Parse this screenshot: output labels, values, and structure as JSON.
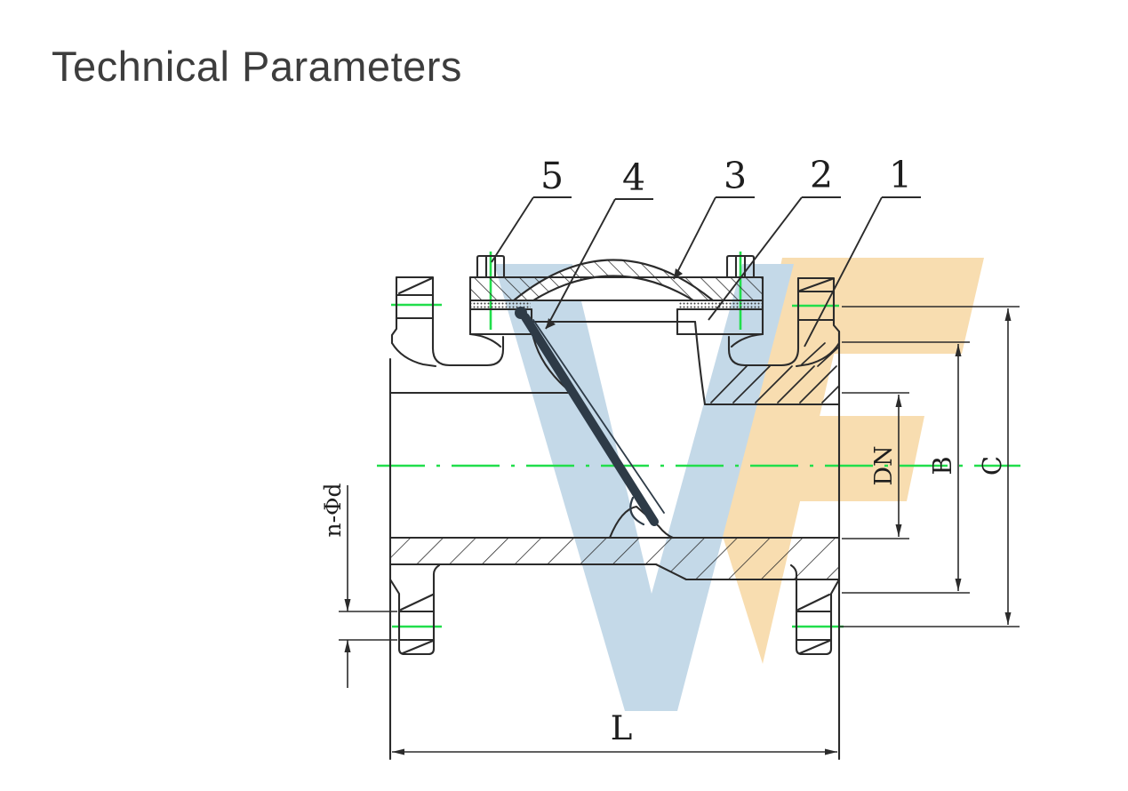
{
  "page": {
    "title": "Technical Parameters"
  },
  "drawing": {
    "part_numbers": [
      "5",
      "4",
      "3",
      "2",
      "1"
    ],
    "dimension_labels": {
      "bore": "DN",
      "inner_height": "B",
      "outer_height": "C",
      "length": "L",
      "bolt_holes": "n-Φd"
    },
    "colors": {
      "linework": "#2b2b2b",
      "centerline_green": "#21de4b",
      "disc": "#2e3b47",
      "watermark_blue": "#c4d9e8",
      "watermark_orange": "#f8ddb0"
    }
  }
}
